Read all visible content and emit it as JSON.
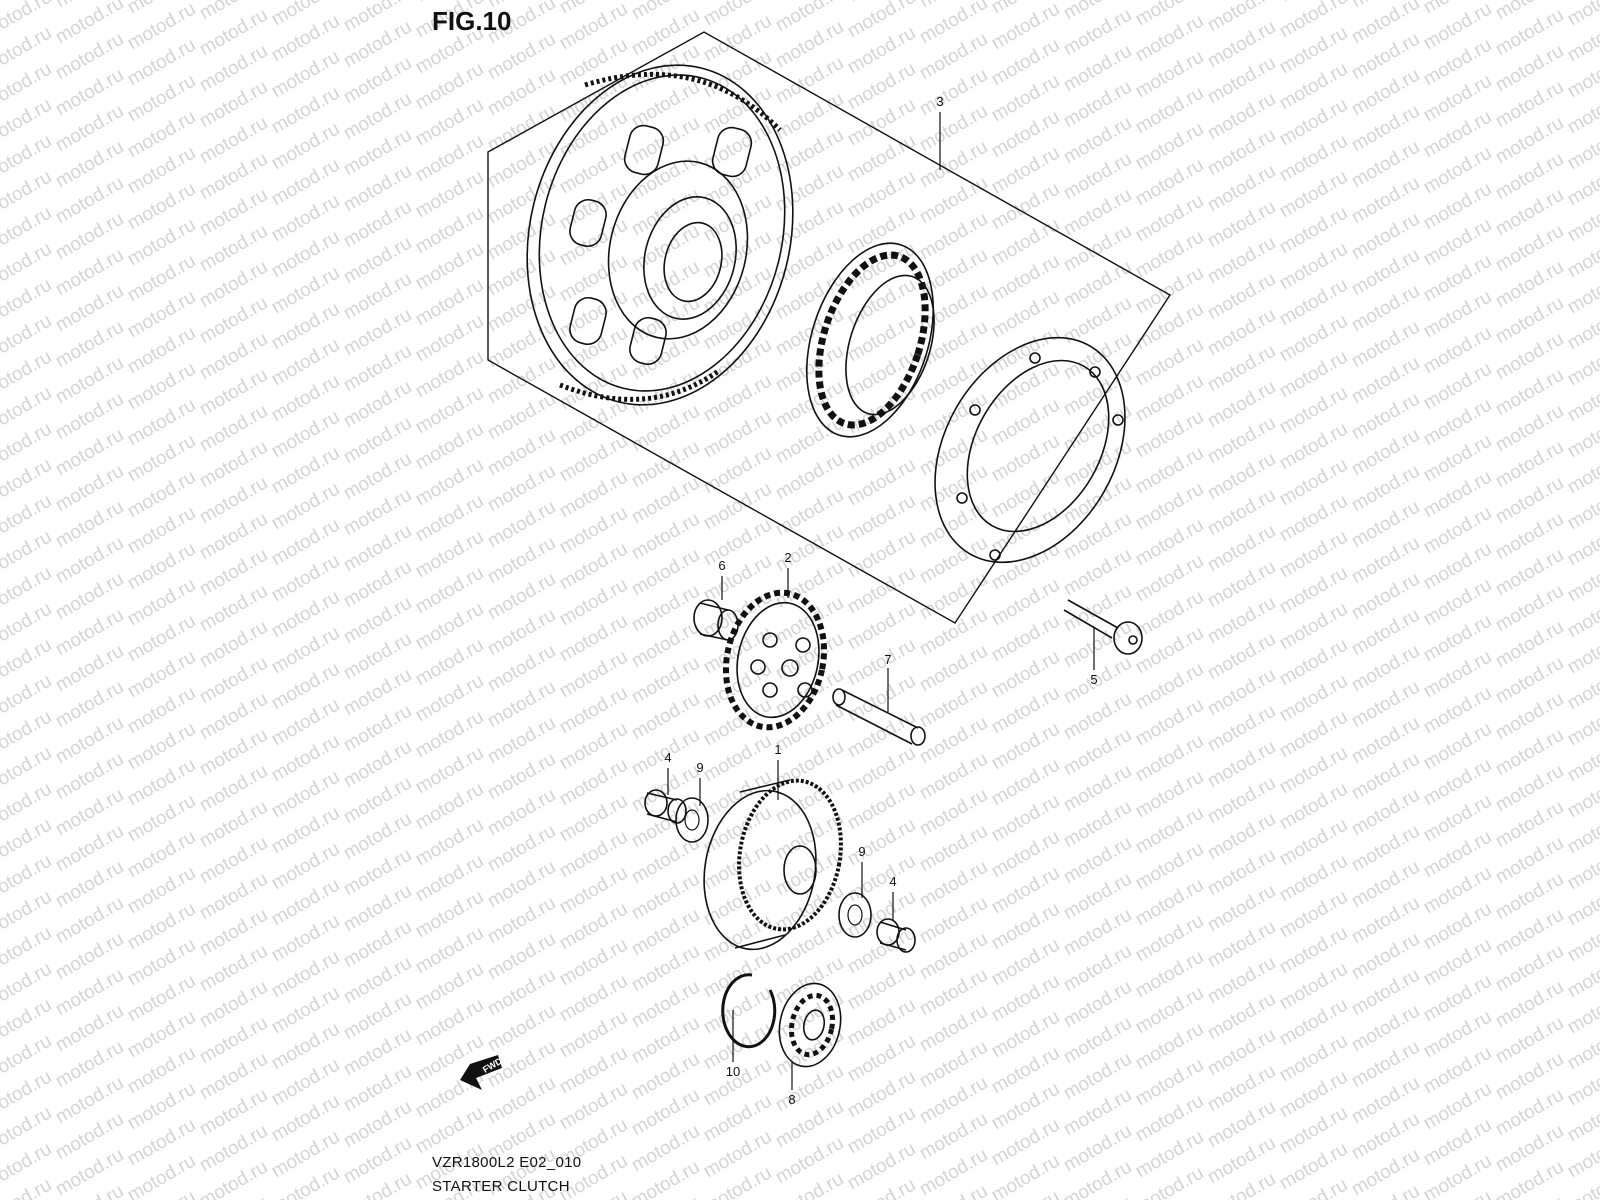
{
  "figure": {
    "title": "FIG.10"
  },
  "watermark": {
    "text": "motod.ru",
    "color": "#d4d4d4"
  },
  "callouts": [
    {
      "id": "c1",
      "number": "1"
    },
    {
      "id": "c2",
      "number": "2"
    },
    {
      "id": "c3",
      "number": "3"
    },
    {
      "id": "c4a",
      "number": "4"
    },
    {
      "id": "c4b",
      "number": "4"
    },
    {
      "id": "c5",
      "number": "5"
    },
    {
      "id": "c6",
      "number": "6"
    },
    {
      "id": "c7",
      "number": "7"
    },
    {
      "id": "c8",
      "number": "8"
    },
    {
      "id": "c9a",
      "number": "9"
    },
    {
      "id": "c9b",
      "number": "9"
    },
    {
      "id": "c10",
      "number": "10"
    }
  ],
  "direction_badge": {
    "label": "FWD"
  },
  "footer": {
    "model_code": "VZR1800L2 E02_010",
    "section": "STARTER CLUTCH"
  }
}
